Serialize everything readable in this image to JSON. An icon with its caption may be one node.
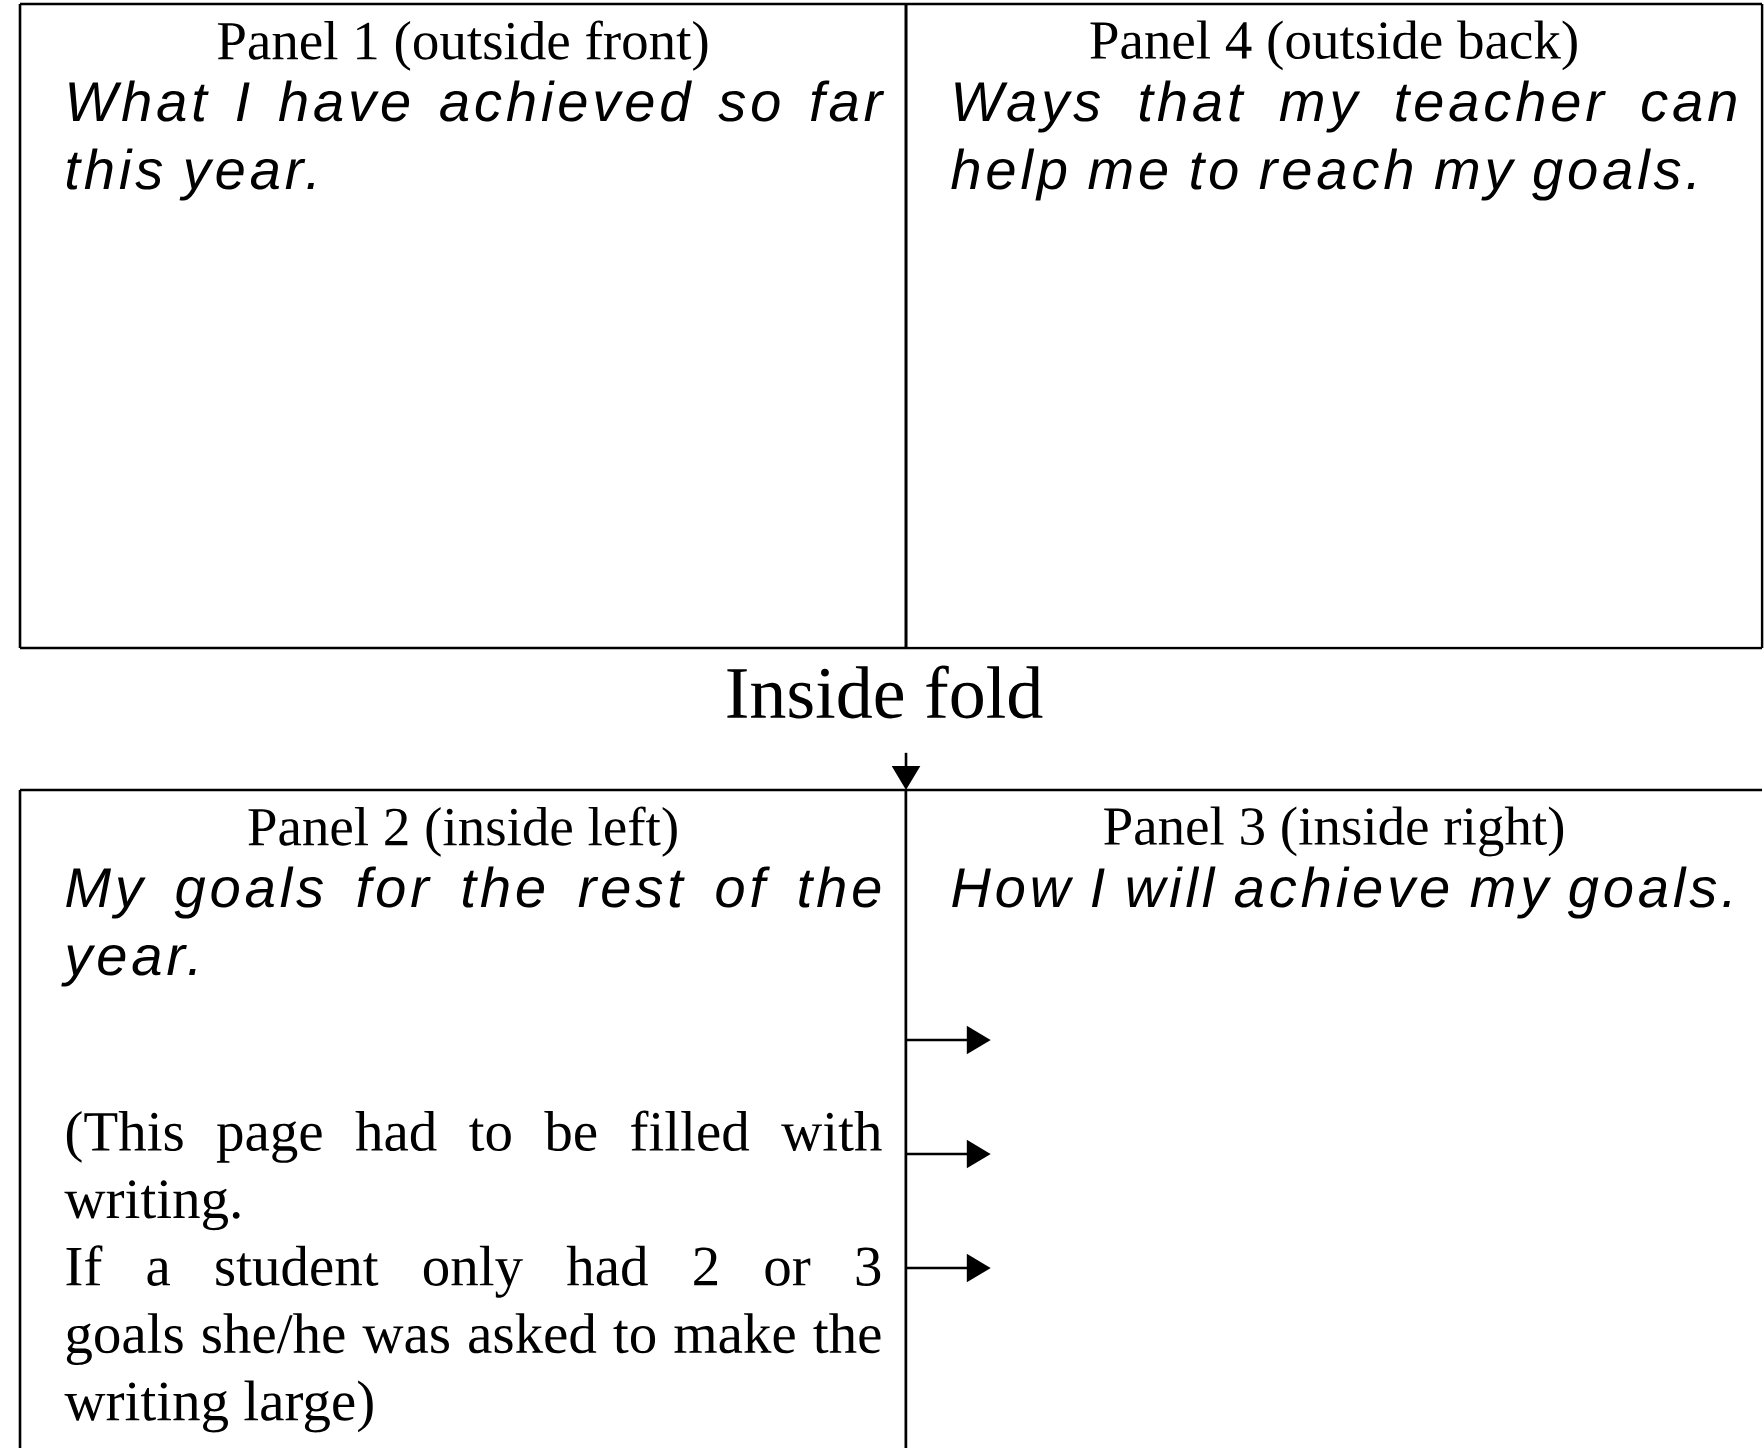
{
  "diagram": {
    "nodes": [
      {
        "text": [
          "Panel 1 (outside front)",
          "What I have achieved so far this year."
        ]
      },
      {
        "text": [
          "Panel 4 (outside back)",
          "Ways that my teacher can help me to reach my goals."
        ]
      },
      {
        "text": [
          "Inside fold"
        ]
      },
      {
        "text": [
          "Panel 2 (inside left)",
          "My goals for the rest of the year.",
          "(This page had to be filled with writing.",
          "If a student only had 2 or 3 goals she/he was asked to make the writing large)"
        ]
      },
      {
        "text": [
          "Panel 3 (inside right)",
          "How I will achieve my goals."
        ]
      }
    ],
    "edges": [
      {
        "from": 2,
        "to": 4,
        "arrow": "to"
      },
      {
        "from": 3,
        "to": null,
        "arrow": "to"
      },
      {
        "from": 3,
        "to": null,
        "arrow": "to"
      },
      {
        "from": 3,
        "to": null,
        "arrow": "to"
      }
    ]
  }
}
